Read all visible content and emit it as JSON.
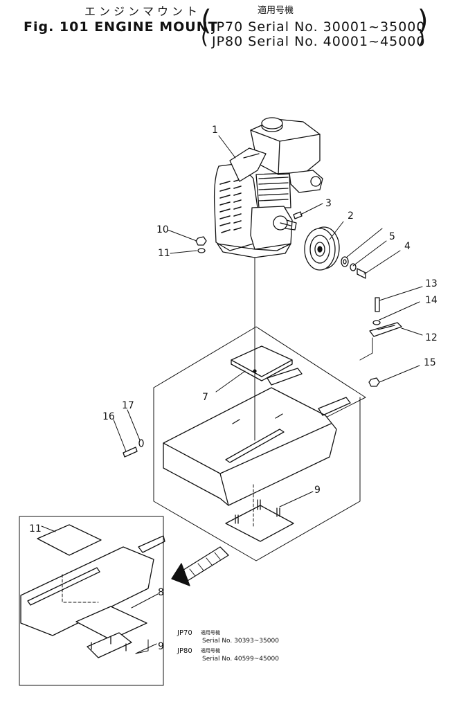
{
  "header": {
    "jp_title": "エンジンマウント",
    "applicable_jp": "適用号機",
    "fig_title": "Fig. 101 ENGINE MOUNT",
    "serial_line1": "JP70 Serial No. 30001~35000",
    "serial_line2": "JP80 Serial No. 40001~45000"
  },
  "callouts": [
    "1",
    "2",
    "3",
    "4",
    "5",
    "7",
    "9",
    "10",
    "11",
    "12",
    "13",
    "14",
    "15",
    "16",
    "17",
    "11",
    "8",
    "9"
  ],
  "bracket_note": {
    "jp70_model": "JP70",
    "jp70_applic": "適用号機",
    "jp70_serial": "Serial No. 30393~35000",
    "jp80_model": "JP80",
    "jp80_applic": "適用号機",
    "jp80_serial": "Serial No. 40599~45000"
  }
}
